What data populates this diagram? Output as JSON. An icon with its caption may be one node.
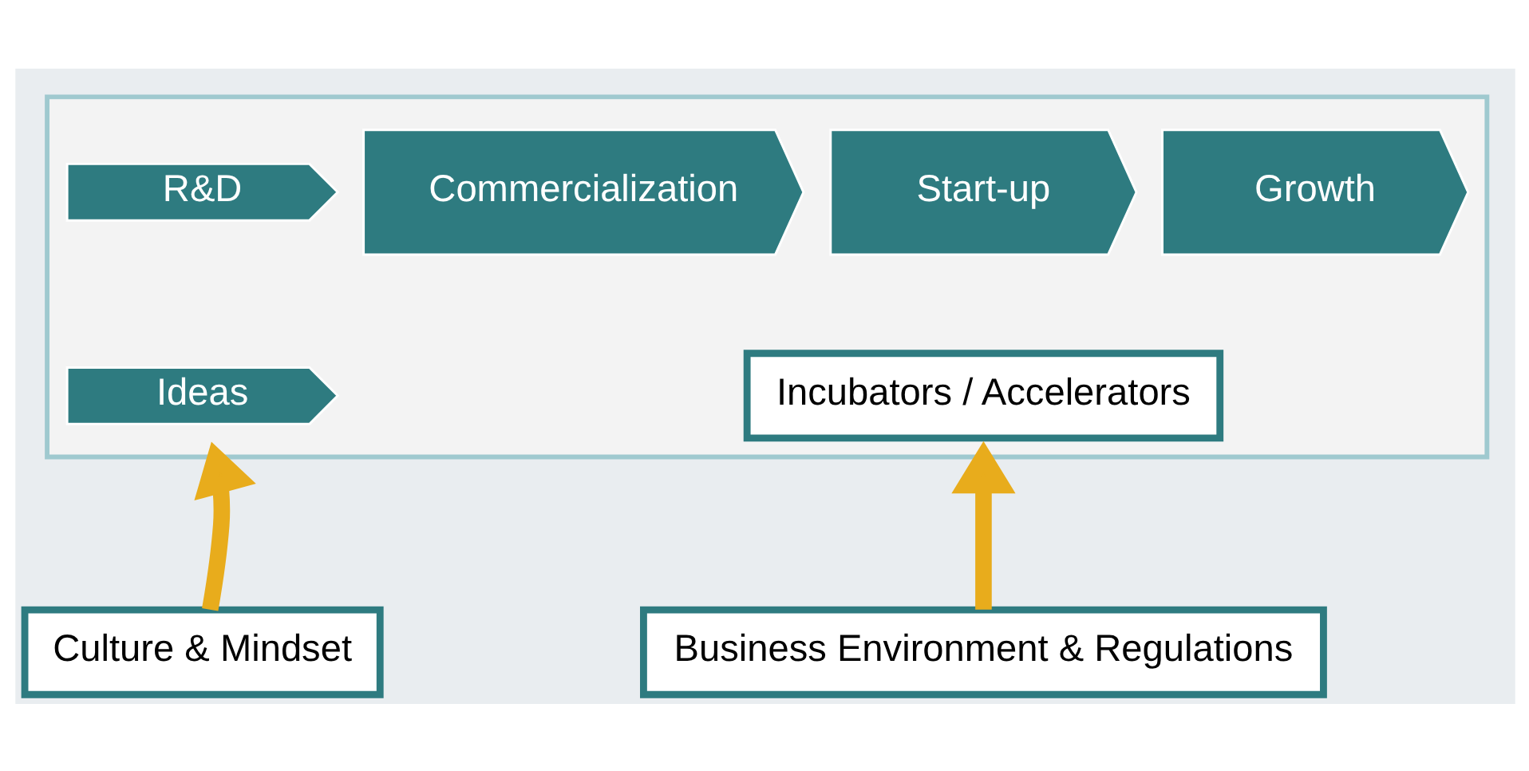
{
  "diagram": {
    "nodes": [
      {
        "text": [],
        "shape": "box"
      },
      {
        "text": [
          "R&D"
        ],
        "in": 0
      },
      {
        "text": [
          "Ideas"
        ],
        "in": 0
      },
      {
        "text": [
          "Commercialization"
        ],
        "in": 0
      },
      {
        "text": [
          "Start-up"
        ],
        "in": 0
      },
      {
        "text": [
          "Growth"
        ],
        "in": 0
      },
      {
        "text": [
          "Incubators / Accelerators"
        ],
        "in": 0
      },
      {
        "text": [
          "Culture & Mindset"
        ]
      },
      {
        "text": [
          "Business Environment & Regulations"
        ]
      }
    ],
    "edges": [
      {
        "from": 7,
        "to": 0,
        "arrow": "to"
      },
      {
        "from": 8,
        "to": 0,
        "arrow": "to"
      }
    ]
  }
}
